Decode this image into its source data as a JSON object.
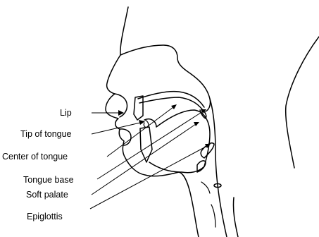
{
  "labels": {
    "lip": "Lip",
    "tip_of_tongue": "Tip of tongue",
    "center_of_tongue": "Center of tongue",
    "tongue_base": "Tongue base",
    "soft_palate": "Soft palate",
    "epiglottis": "Epiglottis"
  }
}
